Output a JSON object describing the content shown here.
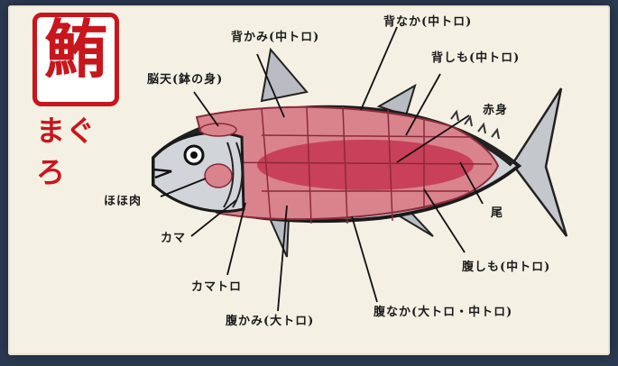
{
  "logo": {
    "kanji": "鮪",
    "kana": "まぐろ"
  },
  "labels": {
    "sekami": "背かみ(中トロ)",
    "senaka": "背なか(中トロ)",
    "seshimo": "背しも(中トロ)",
    "noten": "脳天(鉢の身)",
    "akami": "赤身",
    "hohoniku": "ほほ肉",
    "o": "尾",
    "kama": "カマ",
    "harashimo": "腹しも(中トロ)",
    "kamatoro": "カマトロ",
    "haranaka": "腹なか(大トロ・中トロ)",
    "harakami": "腹かみ(大トロ)"
  },
  "colors": {
    "accent": "#c8161d",
    "meat": "#d9838d",
    "meat_dark": "#c9405a",
    "background": "#2b3a52",
    "paper": "#f4f0e3"
  }
}
